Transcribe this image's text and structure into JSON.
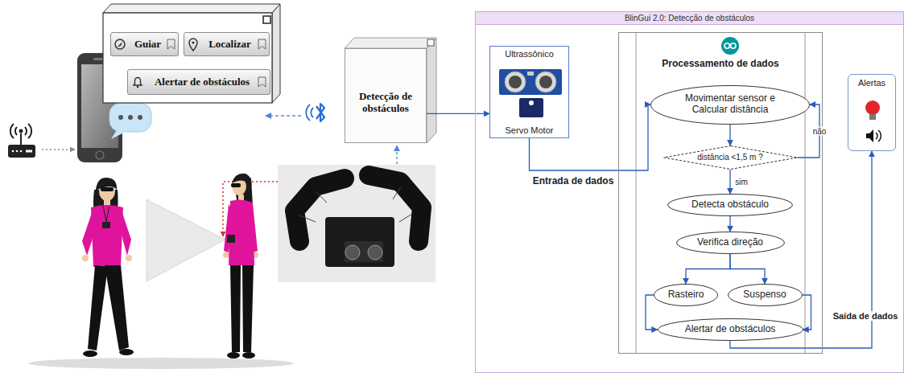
{
  "diagram": {
    "nodes": [
      {
        "text": [
          "Guiar"
        ]
      },
      {
        "text": [
          "Localizar"
        ]
      },
      {
        "text": [
          "Alertar de obstáculos"
        ]
      },
      {
        "text": [
          "Detecção de obstáculos"
        ]
      },
      {
        "text": [
          "BlinGui 2.0: Detecção de obstáculos"
        ]
      },
      {
        "text": [
          "Ultrassônico",
          "Servo Motor"
        ],
        "in": 4
      },
      {
        "text": [
          "Processamento de dados"
        ],
        "in": 4
      },
      {
        "text": [
          "Movimentar sensor e Calcular distância"
        ],
        "in": 6
      },
      {
        "text": [
          "distância <1,5 m ?"
        ],
        "in": 6
      },
      {
        "text": [
          "Detecta obstáculo"
        ],
        "in": 6
      },
      {
        "text": [
          "Verifica direção"
        ],
        "in": 6
      },
      {
        "text": [
          "Rasteiro"
        ],
        "in": 6
      },
      {
        "text": [
          "Suspenso"
        ],
        "in": 6
      },
      {
        "text": [
          "Alertar de obstáculos"
        ],
        "in": 6
      },
      {
        "text": [
          "Alertas"
        ],
        "in": 4
      }
    ],
    "edges": [
      {
        "from": 3,
        "to": 5,
        "arrow": "to"
      },
      {
        "from": 5,
        "to": 7,
        "label": "Entrada de dados",
        "arrow": "to"
      },
      {
        "from": 7,
        "to": 8,
        "arrow": "to"
      },
      {
        "from": 8,
        "to": 7,
        "label": "não",
        "arrow": "to"
      },
      {
        "from": 8,
        "to": 9,
        "label": "sim",
        "arrow": "to"
      },
      {
        "from": 9,
        "to": 10,
        "arrow": "to"
      },
      {
        "from": 10,
        "to": 11,
        "arrow": "to"
      },
      {
        "from": 10,
        "to": 12,
        "arrow": "to"
      },
      {
        "from": 11,
        "to": 13,
        "arrow": "to"
      },
      {
        "from": 12,
        "to": 13,
        "arrow": "to"
      },
      {
        "from": 13,
        "to": 14,
        "label": "Saída de dados",
        "arrow": "to"
      }
    ]
  }
}
